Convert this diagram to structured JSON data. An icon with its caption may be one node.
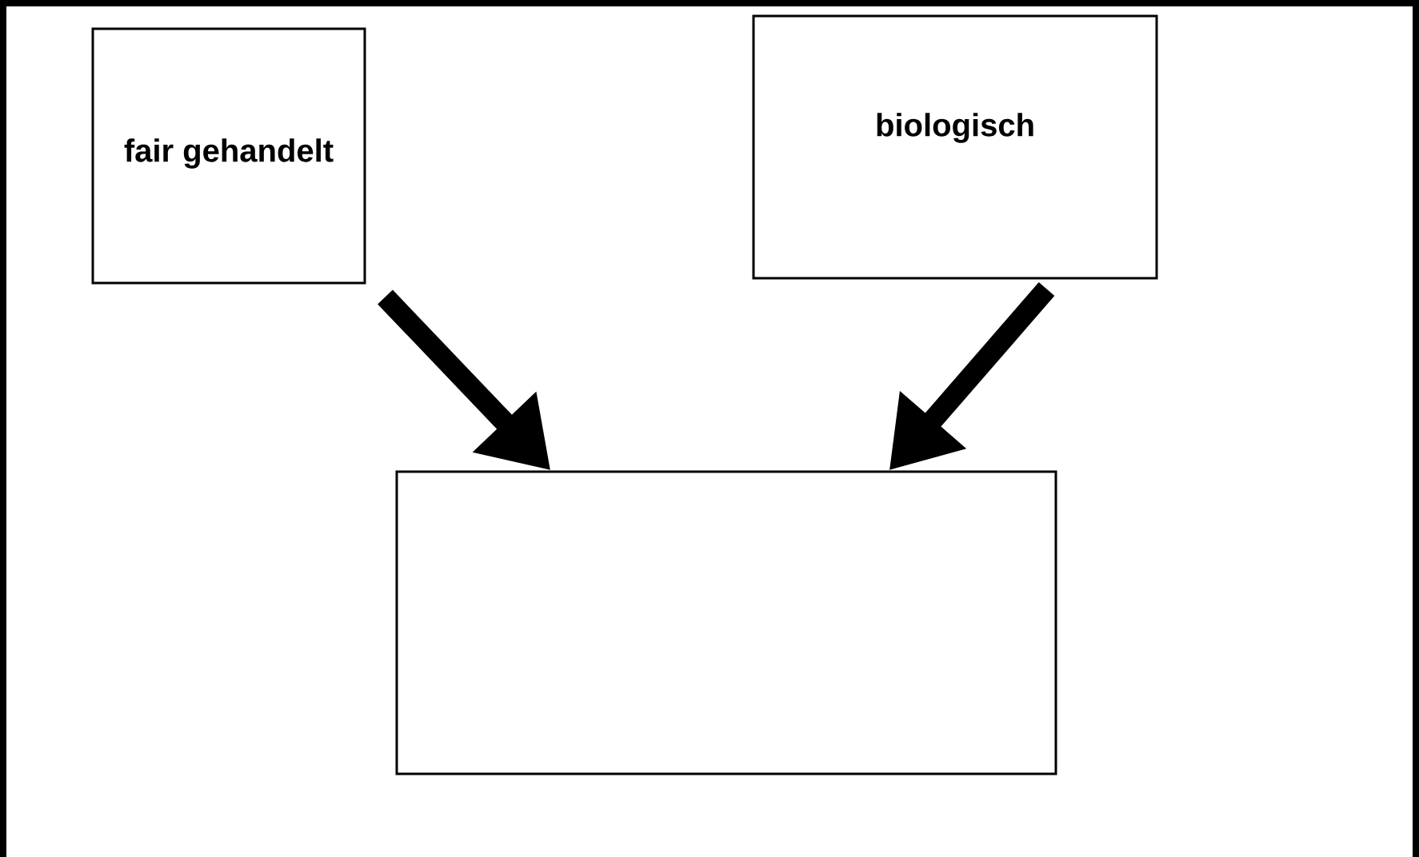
{
  "diagram": {
    "nodes": [
      {
        "text": [
          "fair gehandelt"
        ]
      },
      {
        "text": [
          "biologisch"
        ]
      },
      {
        "text": [],
        "shape": "box"
      }
    ],
    "edges": [
      {
        "from": 0,
        "to": 2,
        "arrow": "to"
      },
      {
        "from": 1,
        "to": 2,
        "arrow": "to"
      }
    ]
  }
}
